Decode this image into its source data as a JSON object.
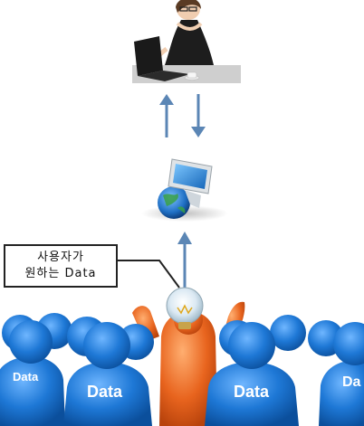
{
  "callout": {
    "line1": "사용자가",
    "line2": "원하는 Data"
  },
  "people": [
    {
      "label": "Data"
    },
    {
      "label": "Data"
    },
    {
      "label": "Data"
    },
    {
      "label": "Da"
    }
  ],
  "colors": {
    "arrow": "#5b86b5",
    "person_blue": "#1e78d6",
    "person_orange": "#e8641e",
    "callout_border": "#222222"
  }
}
